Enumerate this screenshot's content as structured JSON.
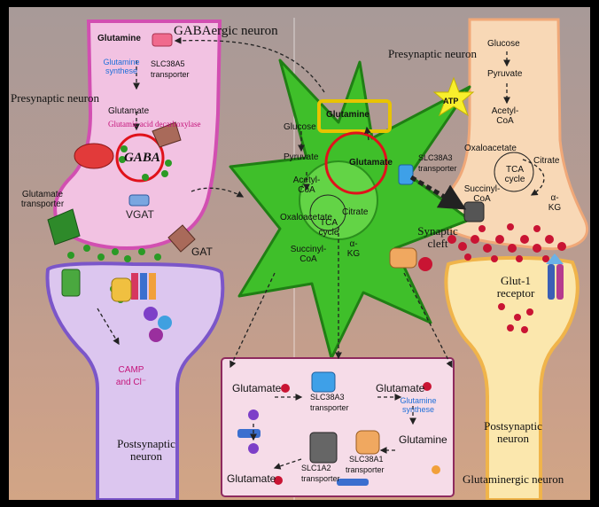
{
  "gaba_neuron": {
    "glutamine": "Glutamine",
    "gabaergic_neuron": "GABAergic neuron",
    "slc38a5": "SLC38A5",
    "transporter": "transporter",
    "glutamine_synthese": "Glutamine synthese",
    "presynaptic_neuron": "Presynaptic neuron",
    "glutamate": "Glutamate",
    "glutamic_acid_decarboxylase": "Glutamic acid decarboxylase",
    "gaba": "GABA",
    "glutamate_transporter": "Glutamate transporter",
    "vgat": "VGAT",
    "gat": "GAT",
    "camp": "CAMP",
    "and_cl": "and Cl⁻",
    "postsynaptic_neuron": "Postsynaptic neuron"
  },
  "astrocyte": {
    "glucose": "Glucose",
    "glutamine": "Glutamine",
    "pyruvate": "Pyruvate",
    "acetyl_coa": "Acetyl- CoA",
    "glutamate": "Glutamate",
    "oxaloacetate": "Oxaloacetate",
    "citrate": "Citrate",
    "tca_cycle": "TCA cycle",
    "succinyl_coa": "Succinyl- CoA",
    "alpha_kg": "α- KG"
  },
  "glutamatergic": {
    "presynaptic_neuron": "Presynaptic neuron",
    "glucose": "Glucose",
    "pyruvate": "Pyruvate",
    "acetyl_coa": "Acetyl- CoA",
    "atp": "ATP",
    "slc38a3": "SLC38A3",
    "transporter": "transporter",
    "oxaloacetate": "Oxaloacetate",
    "citrate": "Citrate",
    "tca_cycle": "TCA cycle",
    "succinyl_coa": "Succinyl- CoA",
    "alpha_kg": "α- KG",
    "synaptic_cleft": "Synaptic cleft",
    "glut1_receptor": "Glut-1 receptor",
    "postsynaptic_neuron": "Postsynaptic neuron"
  },
  "inset": {
    "glutamate_1": "Glutamate",
    "slc38a3": "SLC38A3",
    "transporter_1": "transporter",
    "glutamate_2": "Glutamate",
    "glutamine_synthese": "Glutamine synthese",
    "glutamine": "Glutamine",
    "slc38a1": "SLC38A1",
    "transporter_2": "transporter",
    "glutamate_3": "Glutamate",
    "slc1a2": "SLC1A2",
    "transporter_3": "transporter",
    "glutaminergic_neuron": "Glutaminergic neuron"
  },
  "colors": {
    "astrocyte": "#3fbf2a",
    "gaba_neuron": "#f3c6e6",
    "glutamatergic_neuron": "#f7d7b4",
    "inset": "#f7dbe6",
    "glutamate_dot": "#c91433",
    "green_dot": "#2b9a25",
    "highlight_red": "#e0121b",
    "highlight_yellow": "#e8c300"
  }
}
